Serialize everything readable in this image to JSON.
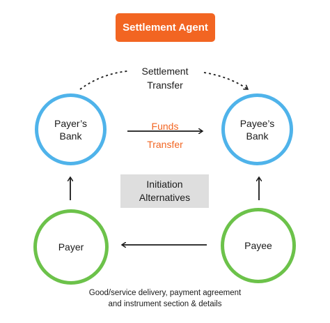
{
  "settlement_agent": "Settlement Agent",
  "settlement_transfer": [
    "Settlement",
    "Transfer"
  ],
  "funds_transfer": [
    "Funds",
    "Transfer"
  ],
  "initiation": [
    "Initiation",
    "Alternatives"
  ],
  "nodes": {
    "payers_bank": [
      "Payer’s",
      "Bank"
    ],
    "payees_bank": [
      "Payee’s",
      "Bank"
    ],
    "payer": "Payer",
    "payee": "Payee"
  },
  "footer": [
    "Good/service delivery, payment agreement",
    "and instrument section & details"
  ],
  "colors": {
    "agent": "#f26522",
    "funds_text": "#f26522",
    "bank_ring": "#4fb3ea",
    "party_ring": "#6cc24a",
    "initiation_box": "#dedede",
    "arrow": "#1a1a1a"
  }
}
